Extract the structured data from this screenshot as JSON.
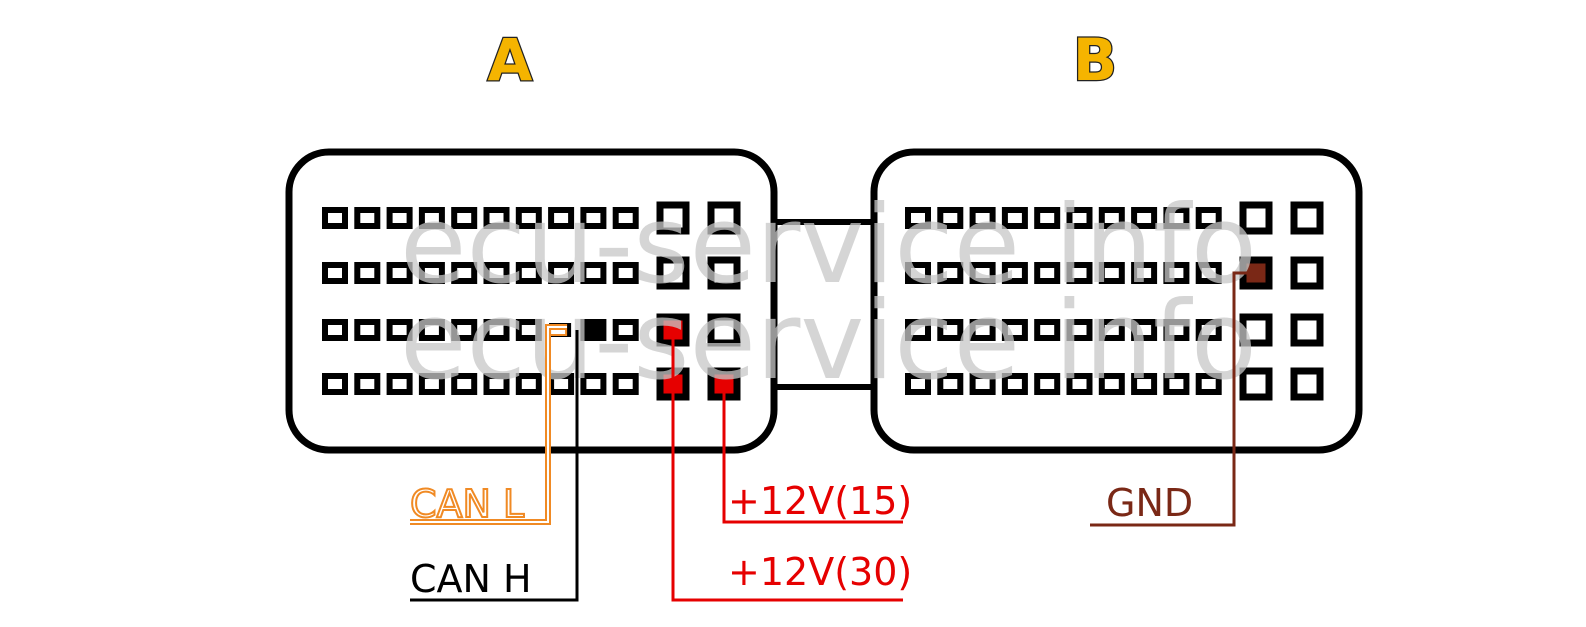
{
  "titles": {
    "a": "A",
    "b": "B"
  },
  "watermark": "ecu-service info",
  "labels": {
    "can_l": "CAN L",
    "can_h": "CAN H",
    "v15": "+12V(15)",
    "v30": "+12V(30)",
    "gnd": "GND"
  },
  "colors": {
    "title": "#f5b400",
    "can_l": "#f08a24",
    "can_h": "#000000",
    "power": "#e60000",
    "gnd": "#7a2816",
    "outline": "#000000",
    "watermark": "#c8c8c8"
  },
  "connectors": {
    "rows": 4,
    "small_pins_per_row": 10,
    "large_pins_per_row": 2
  }
}
